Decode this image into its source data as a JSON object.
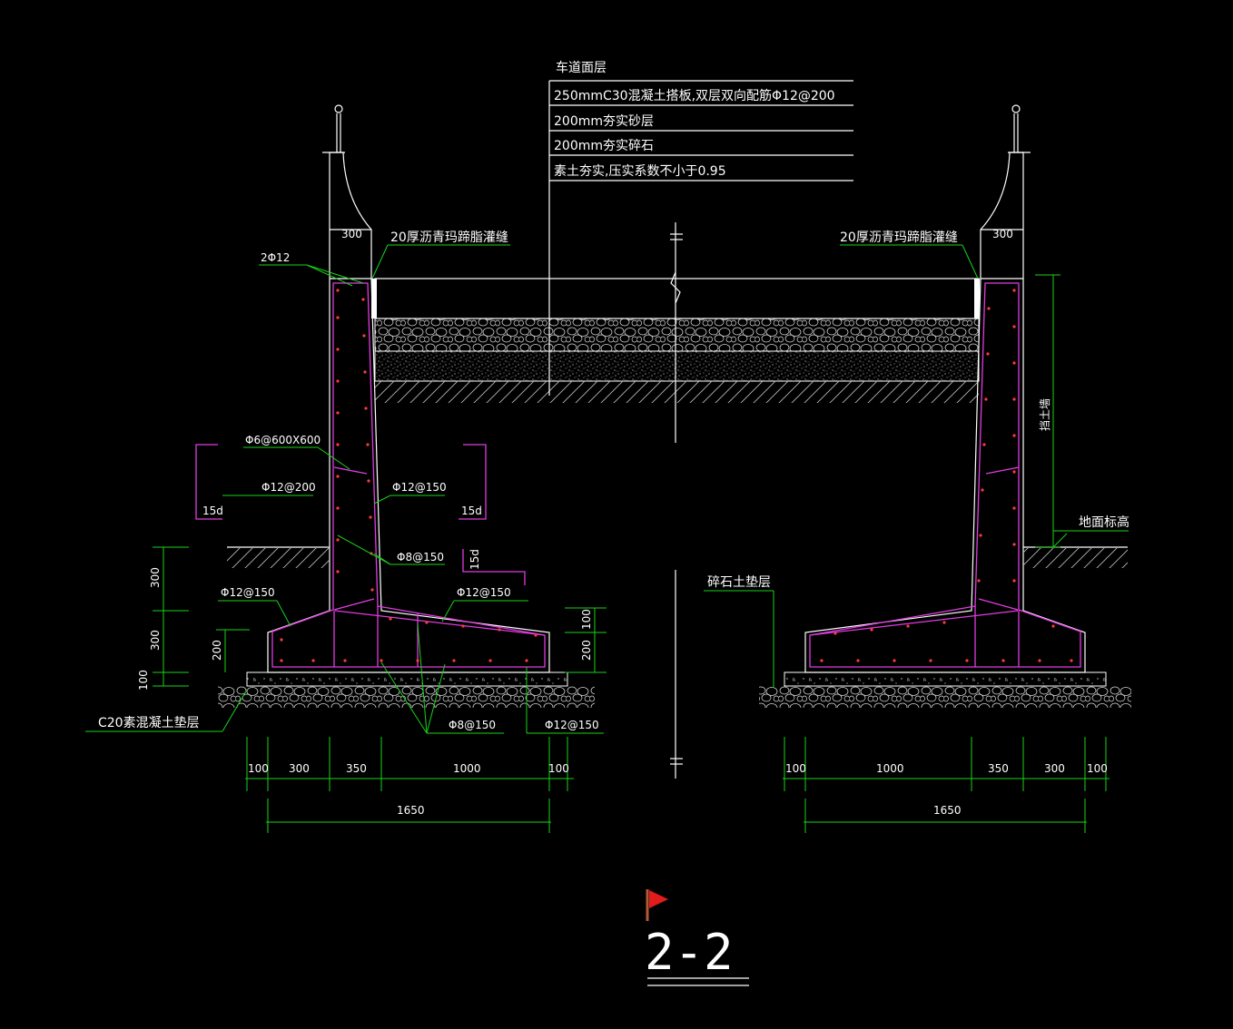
{
  "colors": {
    "background": "#000000",
    "outline": "#ffffff",
    "leader": "#19d219",
    "rebar": "#e03ce0",
    "rebar_dot": "#ff3a3a",
    "flag": "#e21b1b"
  },
  "pavement": {
    "heading": "车道面层",
    "layers": [
      "250mmC30混凝土搭板,双层双向配筋Φ12@200",
      "200mm夯实砂层",
      "200mm夯实碎石",
      "素土夯实,压实系数不小于0.95"
    ]
  },
  "annotations": {
    "joint_left": "20厚沥青玛蹄脂灌缝",
    "joint_right": "20厚沥青玛蹄脂灌缝",
    "wall_top_left": "300",
    "wall_top_right": "300",
    "top_bars": "2Φ12",
    "tie_bars": "Φ6@600X600",
    "bar_outer": "Φ12@200",
    "bar_inner": "Φ12@150",
    "hook_left": "15d",
    "hook_right": "15d",
    "hook_mid": "15d",
    "bar_dist": "Φ8@150",
    "bar_toe": "Φ12@150",
    "bar_heel": "Φ12@150",
    "bar_base": "Φ8@150",
    "bar_base_right": "Φ12@150",
    "cushion_left": "C20素混凝土垫层",
    "cushion_right": "碎石土垫层",
    "ground_level": "地面标高",
    "wall_height": "挡土墙",
    "dim_300": "300",
    "dim_left_300": "300",
    "dim_left_100": "100",
    "dim_left_200": "200",
    "dim_right_100": "100",
    "dim_right_200": "200"
  },
  "dims_left": [
    "100",
    "300",
    "350",
    "1000",
    "100"
  ],
  "dims_left_total": "1650",
  "dims_right": [
    "100",
    "1000",
    "350",
    "300",
    "100"
  ],
  "dims_right_total": "1650",
  "section_title": "2-2"
}
